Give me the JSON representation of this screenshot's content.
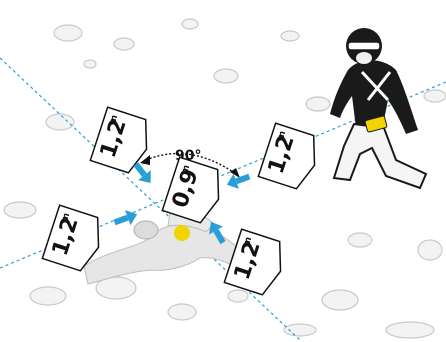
{
  "angle_label": "90°",
  "tags": [
    {
      "id": "tag-top",
      "value": "1,2",
      "unit": "m"
    },
    {
      "id": "tag-center",
      "value": "0,9",
      "unit": "m"
    },
    {
      "id": "tag-right",
      "value": "1,2",
      "unit": "m"
    },
    {
      "id": "tag-left",
      "value": "1,2",
      "unit": "m"
    },
    {
      "id": "tag-bottom",
      "value": "1,2",
      "unit": "m"
    }
  ],
  "colors": {
    "arrow": "#2a9fd6",
    "search_line": "#2a9fd6",
    "victim_marker": "#f2d400",
    "tag_fill": "#ffffff",
    "tag_stroke": "#111111"
  }
}
